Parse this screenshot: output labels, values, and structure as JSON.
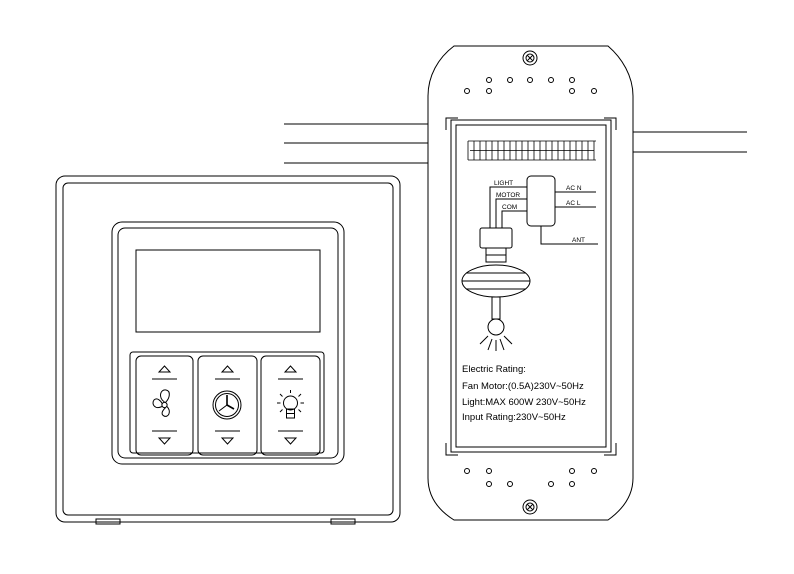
{
  "wiring_labels": {
    "light": "LIGHT",
    "motor": "MOTOR",
    "com": "COM",
    "acn": "AC N",
    "acl": "AC L",
    "ant": "ANT"
  },
  "rating": {
    "heading": "Electric Rating:",
    "fan_motor": "Fan Motor:(0.5A)230V~50Hz",
    "light": "Light:MAX 600W 230V~50Hz",
    "input": "Input Rating:230V~50Hz"
  },
  "buttons": [
    {
      "icon": "fan-icon"
    },
    {
      "icon": "timer-icon"
    },
    {
      "icon": "light-bulb-icon"
    }
  ]
}
